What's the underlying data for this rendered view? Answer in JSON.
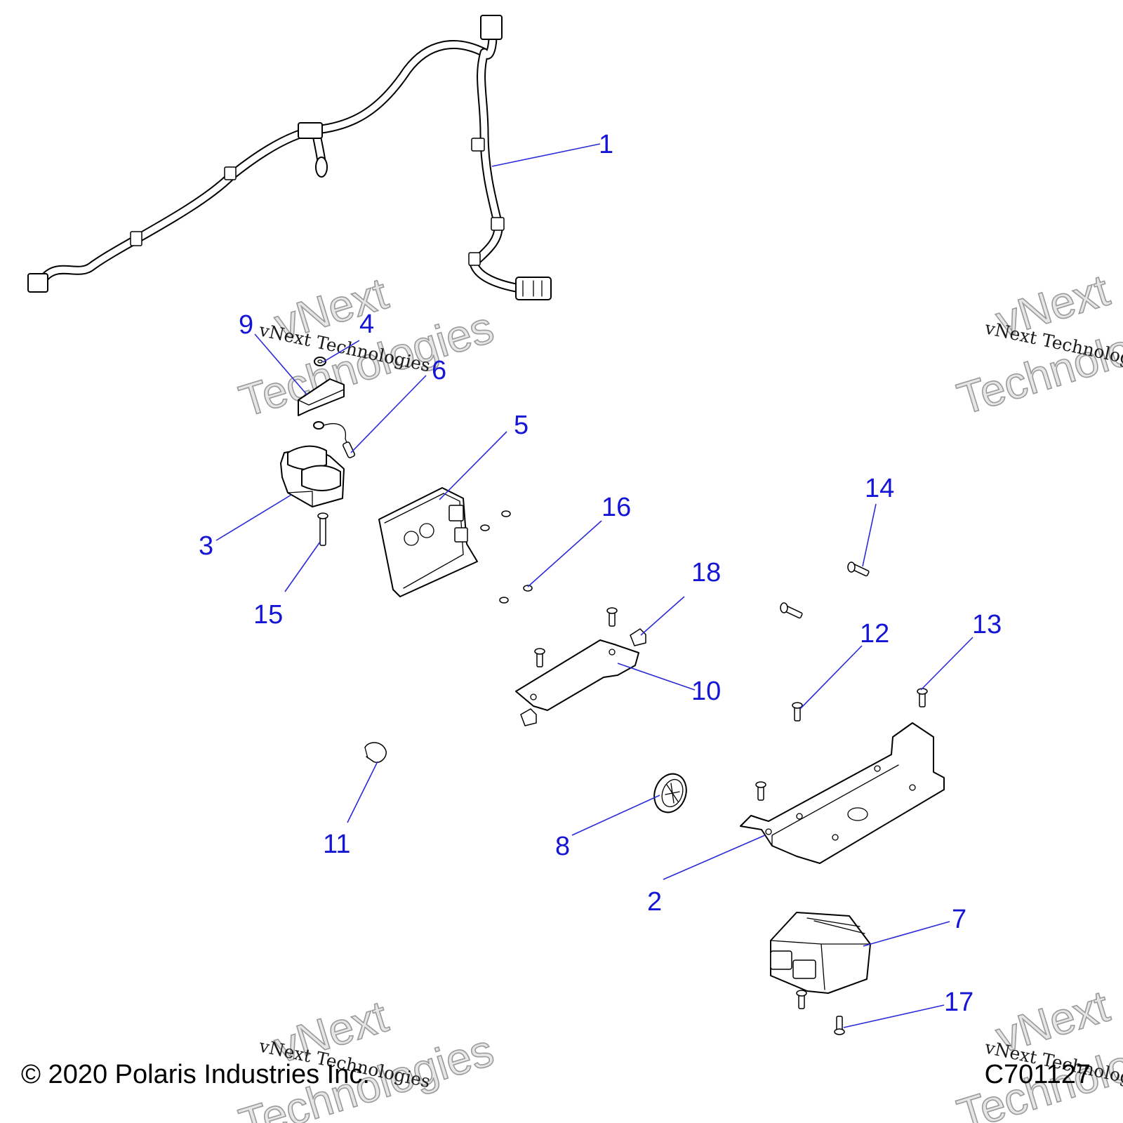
{
  "diagram": {
    "callouts": [
      "1",
      "2",
      "3",
      "4",
      "5",
      "6",
      "7",
      "8",
      "9",
      "10",
      "11",
      "12",
      "13",
      "14",
      "15",
      "16",
      "17",
      "18"
    ],
    "watermark": {
      "large_top": "vNext",
      "large_bottom": "Technologies",
      "small": "vNext Technologies"
    },
    "copyright": "© 2020 Polaris Industries Inc.",
    "diagram_code": "C701127"
  }
}
